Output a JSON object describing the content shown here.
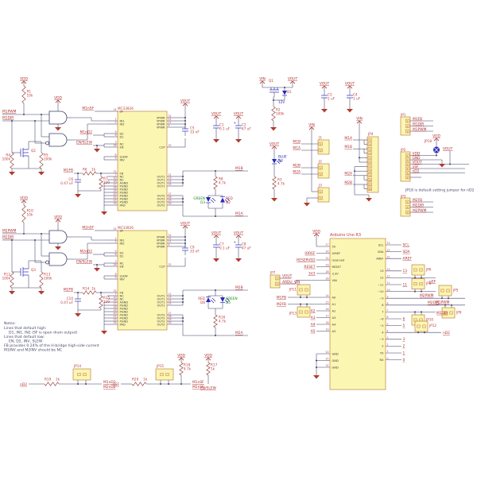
{
  "nets": {
    "vdd": "VDD",
    "vin": "VIN",
    "vout": "VOUT",
    "gnd": "GND",
    "nsf": "nSF",
    "nd2": "nD2",
    "enslew": "EN/SLEW",
    "m1pwm": "M1PWM",
    "m1dir": "M1DIR",
    "m1nsf": "M1nSF",
    "m1nd2": "M1nD2",
    "m1fb": "M1FB",
    "m1a": "M1A",
    "m1b": "M1B",
    "m2pwm": "M2PWM",
    "m2dir": "M2DIR",
    "m2nsf": "M2nSF",
    "m2nd2": "M2nD2",
    "m2fb": "M2FB",
    "m2a": "M2A",
    "m2b": "M2B",
    "scl": "SCL",
    "sda": "SDA",
    "aref": "AREF",
    "ioref": "IOREF",
    "reserved": "RESERVED",
    "reset": "RESET",
    "v33": "3V3",
    "ardu_vin": "ARDU_VIN",
    "plus": "+"
  },
  "ic": {
    "ref": "MC33926",
    "left": [
      {
        "n": "24",
        "p": "SF"
      },
      {
        "n": "1",
        "p": "IN1"
      },
      {
        "n": "2",
        "p": "IN2"
      },
      {
        "n": "9",
        "p": "D2"
      },
      {
        "n": "6",
        "p": "D1"
      },
      {
        "n": "3",
        "p": "NC"
      },
      {
        "n": "26",
        "p": "EN"
      },
      {
        "n": "8",
        "p": "SLEW"
      },
      {
        "n": "5",
        "p": "INV"
      },
      {
        "n": "25",
        "p": "FB"
      },
      {
        "n": "7",
        "p": "NC"
      },
      {
        "n": "10",
        "p": "NC"
      },
      {
        "n": "16",
        "p": "AGND"
      },
      {
        "n": "17",
        "p": "PGND"
      },
      {
        "n": "18",
        "p": "PGND"
      },
      {
        "n": "19",
        "p": "PGND"
      },
      {
        "n": "20",
        "p": "PGND"
      },
      {
        "n": "22",
        "p": "PGND"
      },
      {
        "n": "23",
        "p": "PGND"
      },
      {
        "n": "33",
        "p": "PAD"
      }
    ],
    "right": [
      {
        "n": "31",
        "p": "VPWR"
      },
      {
        "n": "21",
        "p": "VPWR"
      },
      {
        "n": "11",
        "p": "VPWR"
      },
      {
        "n": "4",
        "p": "VPWR"
      },
      {
        "n": "32",
        "p": "CCP"
      },
      {
        "n": "12",
        "p": "OUT1"
      },
      {
        "n": "13",
        "p": "OUT1"
      },
      {
        "n": "14",
        "p": "OUT1"
      },
      {
        "n": "15",
        "p": "OUT1"
      },
      {
        "n": "27",
        "p": "OUT2"
      },
      {
        "n": "28",
        "p": "OUT2"
      },
      {
        "n": "29",
        "p": "OUT2"
      },
      {
        "n": "30",
        "p": "OUT2"
      }
    ]
  },
  "arduino": {
    "ref": "Arduino Uno R3",
    "left": [
      {
        "n": "27",
        "p": "5V"
      },
      {
        "n": "30",
        "p": "IOREF",
        "net": "IOREF"
      },
      {
        "n": "31",
        "p": "reserved",
        "net": "RESERVED"
      },
      {
        "n": "29",
        "p": "RESET",
        "net": "RESET"
      },
      {
        "n": "28",
        "p": "3.3V",
        "net": "3V3"
      },
      {
        "n": "26",
        "p": "VIN"
      },
      {
        "n": "14",
        "p": "A0"
      },
      {
        "n": "15",
        "p": "A1"
      },
      {
        "n": "16",
        "p": "A2",
        "net": "A2"
      },
      {
        "n": "17",
        "p": "A3",
        "net": "A3"
      },
      {
        "n": "18",
        "p": "A4",
        "net": "A4"
      },
      {
        "n": "19",
        "p": "A5",
        "net": "A5"
      },
      {
        "n": "20",
        "p": "GND"
      },
      {
        "n": "25",
        "p": "GND"
      },
      {
        "n": "32",
        "p": "GND"
      }
    ],
    "right": [
      {
        "n": "23",
        "p": "SCL",
        "net": "SCL"
      },
      {
        "n": "22",
        "p": "SDA",
        "net": "SDA"
      },
      {
        "n": "21",
        "p": "AREF",
        "net": "AREF"
      },
      {
        "n": "13",
        "p": "13",
        "net": "13"
      },
      {
        "n": "12",
        "p": "12"
      },
      {
        "n": "11",
        "p": "~11",
        "net": "11"
      },
      {
        "n": "10",
        "p": "~10"
      },
      {
        "n": "9",
        "p": "~9"
      },
      {
        "n": "8",
        "p": "8"
      },
      {
        "n": "7",
        "p": "7"
      },
      {
        "n": "6",
        "p": "~6",
        "net": "6"
      },
      {
        "n": "5",
        "p": "~5",
        "net": "5"
      },
      {
        "n": "4",
        "p": "4"
      },
      {
        "n": "3",
        "p": "~3",
        "net": "3"
      },
      {
        "n": "2",
        "p": "2",
        "net": "2"
      },
      {
        "n": "1",
        "p": "TX",
        "net": "1"
      },
      {
        "n": "0",
        "p": "RX",
        "net": "0"
      }
    ]
  },
  "parts": {
    "r1": {
      "r": "R1",
      "v": "10k"
    },
    "r2": {
      "r": "R2",
      "v": "100k"
    },
    "r3": {
      "r": "R3",
      "v": "4.7k"
    },
    "r4": {
      "r": "R4",
      "v": "100k"
    },
    "r5": {
      "r": "R5",
      "v": "100k"
    },
    "r6": {
      "r": "R6",
      "v": "1k"
    },
    "r7": {
      "r": "R7",
      "v": "220"
    },
    "r8": {
      "r": "R8",
      "v": "4.7k"
    },
    "r10": {
      "r": "R10",
      "v": "10k"
    },
    "r12": {
      "r": "R12",
      "v": "100k"
    },
    "r13": {
      "r": "R13",
      "v": "100k"
    },
    "r14": {
      "r": "R14",
      "v": "1k"
    },
    "r15": {
      "r": "R15",
      "v": "220"
    },
    "r16": {
      "r": "R16",
      "v": "4.7k"
    },
    "r17": {
      "r": "R17",
      "v": "1k"
    },
    "r18": {
      "r": "R18",
      "v": "4.7k"
    },
    "r19": {
      "r": "R19",
      "v": "1k"
    },
    "r20": {
      "r": "R20",
      "v": "1k"
    },
    "c1": {
      "r": "C1",
      "v": "0.1 uF"
    },
    "c2": {
      "r": "C2",
      "v": "47 uF"
    },
    "c3": {
      "r": "C3",
      "v": "1 uF"
    },
    "c4": {
      "r": "C4",
      "v": "1 uF"
    },
    "c5": {
      "r": "C5",
      "v": "33 nF"
    },
    "c6": {
      "r": "C6",
      "v": "0.47 uF"
    },
    "c7": {
      "r": "C7",
      "v": "0.1 uF"
    },
    "c8": {
      "r": "C8",
      "v": "47 uF"
    },
    "c9": {
      "r": "C9",
      "v": "33 nF"
    },
    "c10": {
      "r": "C10",
      "v": "0.47 uF"
    },
    "q1": {
      "r": "Q1"
    },
    "q2": {
      "r": "Q2"
    },
    "q3": {
      "r": "Q3"
    },
    "d1": {
      "r": "D1",
      "v": "12V"
    },
    "d2": {
      "r": "D2",
      "c": "RED"
    },
    "d3": {
      "r": "D3",
      "c": "GREEN"
    },
    "d4": {
      "r": "D4",
      "c": "BLUE"
    },
    "d5": {
      "r": "D5",
      "c": "GREEN"
    },
    "d6": {
      "r": "D6",
      "c": "RED"
    }
  },
  "conn": {
    "j1": {
      "ref": "J1",
      "pins": [
        "1",
        "2"
      ]
    },
    "j2": {
      "ref": "J2",
      "pins": [
        "1",
        "2"
      ]
    },
    "j3": {
      "ref": "J3",
      "pins": [
        "1",
        "2"
      ]
    },
    "jp1": {
      "ref": "JP1",
      "pins": [
        "1",
        "2",
        "3"
      ]
    },
    "jp2": {
      "ref": "JP2",
      "pins": [
        "1",
        "2",
        "3",
        "4",
        "5",
        "6"
      ]
    },
    "jp3": {
      "ref": "JP3",
      "pins": [
        "1",
        "2",
        "3"
      ]
    },
    "jp4": {
      "ref": "JP4",
      "pins": [
        "1",
        "2",
        "3",
        "4",
        "5",
        "6",
        "7",
        "8",
        "9",
        "10",
        "11",
        "12"
      ]
    },
    "jp5": {
      "ref": "JP5"
    },
    "jp6": {
      "ref": "JP6"
    },
    "jp7": {
      "ref": "JP7",
      "pins": [
        "1",
        "2"
      ]
    },
    "jp8": {
      "ref": "JP8"
    },
    "jp9": {
      "ref": "JP9"
    },
    "jp10": {
      "ref": "JP10"
    },
    "jp11": {
      "ref": "JP11"
    },
    "jp12": {
      "ref": "JP12"
    },
    "jp13": {
      "ref": "JP13"
    },
    "jp14": {
      "ref": "JP14"
    },
    "jp15": {
      "ref": "JP15"
    },
    "jp18": {
      "ref": "JP18"
    }
  },
  "notes": [
    "Notes:",
    "Lines that default high:",
    "D1, IN1, IN2 (SF is open drain output)",
    "Lines that default low:",
    "EN, D2, INV, SLEW",
    "FB provides 0.24% of the H-bridge high-side current",
    "M1INV and M2INV should be NC"
  ],
  "caption": "JP18 is default setting jumper for nD2"
}
